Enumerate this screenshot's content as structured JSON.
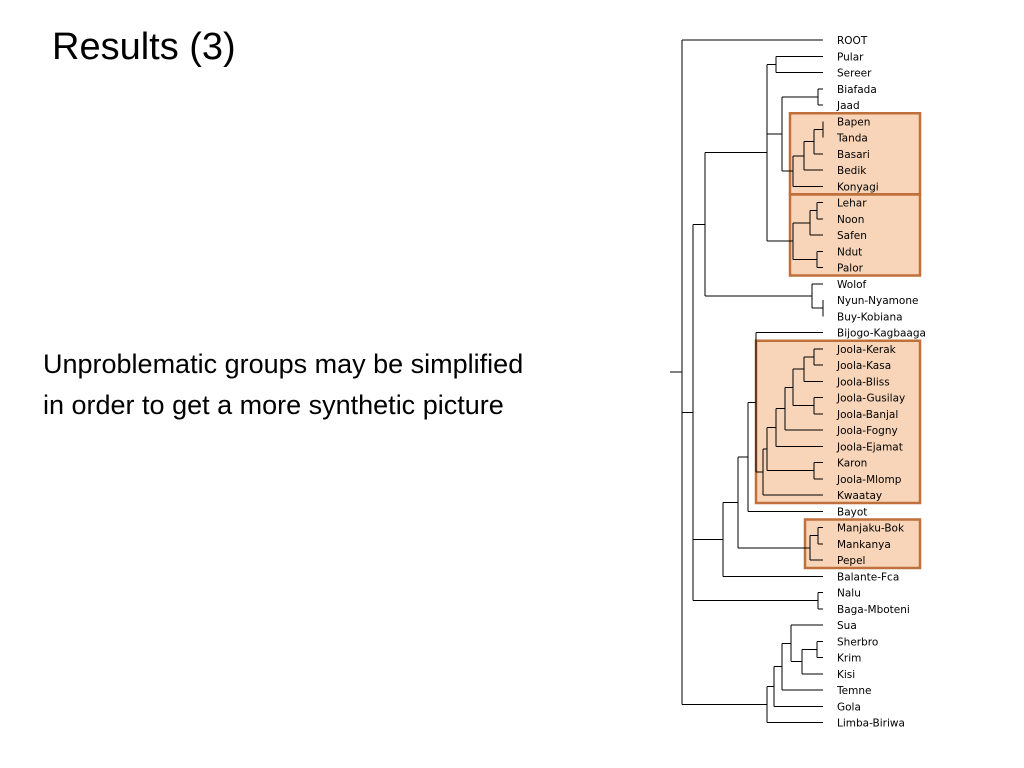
{
  "title": "Results (3)",
  "body": {
    "line1": "Unproblematic groups may be simplified",
    "line2": "in order to get a more synthetic picture"
  },
  "tree": {
    "leaves": [
      "ROOT",
      "Pular",
      "Sereer",
      "Biafada",
      "Jaad",
      "Bapen",
      "Tanda",
      "Basari",
      "Bedik",
      "Konyagi",
      "Lehar",
      "Noon",
      "Safen",
      "Ndut",
      "Palor",
      "Wolof",
      "Nyun-Nyamone",
      "Buy-Kobiana",
      "Bijogo-Kagbaaga",
      "Joola-Kerak",
      "Joola-Kasa",
      "Joola-Bliss",
      "Joola-Gusilay",
      "Joola-Banjal",
      "Joola-Fogny",
      "Joola-Ejamat",
      "Karon",
      "Joola-Mlomp",
      "Kwaatay",
      "Bayot",
      "Manjaku-Bok",
      "Mankanya",
      "Pepel",
      "Balante-Fca",
      "Nalu",
      "Baga-Mboteni",
      "Sua",
      "Sherbro",
      "Krim",
      "Kisi",
      "Temne",
      "Gola",
      "Limba-Biriwa"
    ],
    "highlighted_groups": [
      [
        "Bapen",
        "Tanda",
        "Basari",
        "Bedik",
        "Konyagi"
      ],
      [
        "Lehar",
        "Noon",
        "Safen",
        "Ndut",
        "Palor"
      ],
      [
        "Joola-Kerak",
        "Joola-Kasa",
        "Joola-Bliss",
        "Joola-Gusilay",
        "Joola-Banjal",
        "Joola-Fogny",
        "Joola-Ejamat",
        "Karon",
        "Joola-Mlomp",
        "Kwaatay"
      ],
      [
        "Manjaku-Bok",
        "Mankanya",
        "Pepel"
      ]
    ],
    "highlight_fill": "#f8d5b8",
    "highlight_border": "#c0703a"
  }
}
